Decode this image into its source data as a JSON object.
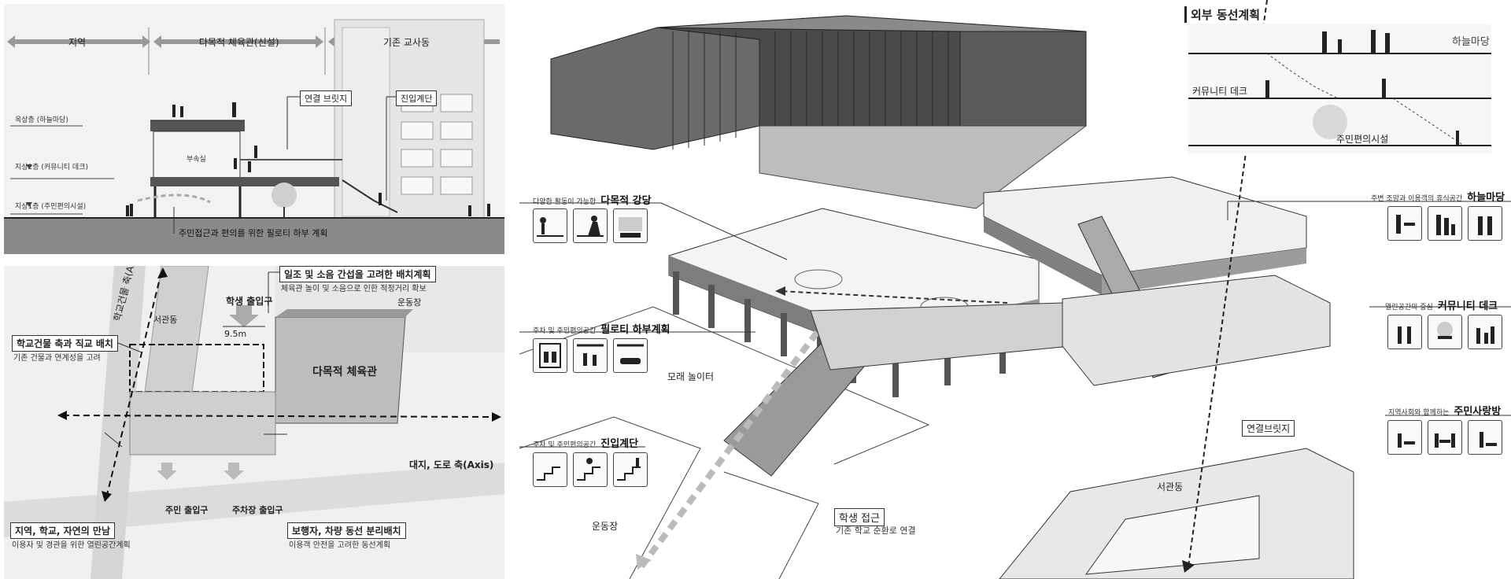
{
  "section": {
    "top_labels": [
      "지역",
      "다목적 체육관(신설)",
      "기존 교사동"
    ],
    "floors": [
      "옥상층 (하늘마당)",
      "지상2층 (커뮤니티 데크)",
      "지상1층 (주민편의시설)"
    ],
    "annex": "부속실",
    "bridge": "연결 브릿지",
    "stairs": "진입계단",
    "caption": "주민접근과 편의를 위한 필로티 하부 계획"
  },
  "siteplan": {
    "axis_vertical": "학교건물 축(Axis)",
    "axis_horizontal": "대지, 도로 축(Axis)",
    "west_building": "서관동",
    "field": "운동장",
    "student_entrance": "학생 출입구",
    "gym": "다목적 체육관",
    "distance": "9.5m",
    "callout1": {
      "title": "일조 및 소음 간섭을 고려한 배치계획",
      "desc": "체육관 놀이 및 소음으로 인한 적정거리 확보"
    },
    "callout2": {
      "title": "학교건물 축과 직교 배치",
      "desc": "기존 건물과 연계성을 고려"
    },
    "callout3": {
      "title": "지역, 학교, 자연의 만남",
      "desc": "이용자 및 경관을 위한 열린공간계획"
    },
    "callout4": {
      "title": "보행자, 차량 동선 분리배치",
      "desc": "이용객 안전을 고려한 동선계획"
    },
    "resident_entrance": "주민 출입구",
    "parking_entrance": "주차장 출입구"
  },
  "axon": {
    "hall": {
      "sub": "다양한 활동이 가능한",
      "title": "다목적 강당"
    },
    "piloti": {
      "sub": "주차 및 주민편의공간",
      "title": "필로티 하부계획"
    },
    "entry_stairs": {
      "sub": "주차 및 주민편의공간",
      "title": "진입계단"
    },
    "sandbox": "모래 놀이터",
    "field": "운동장",
    "student_access": {
      "title": "학생 접근",
      "desc": "기존 학교 순환로 연결"
    },
    "west_building": "서관동",
    "bridge": "연결브릿지"
  },
  "circulation": {
    "title": "외부 동선계획",
    "levels": [
      "하늘마당",
      "커뮤니티 데크",
      "주민편의시설"
    ]
  },
  "right_tags": [
    {
      "sub": "주변 조망과 이용객의 휴식공간",
      "title": "하늘마당"
    },
    {
      "sub": "열린공간의 중심",
      "title": "커뮤니티 데크"
    },
    {
      "sub": "지역사회와 함께하는",
      "title": "주민사랑방"
    }
  ]
}
